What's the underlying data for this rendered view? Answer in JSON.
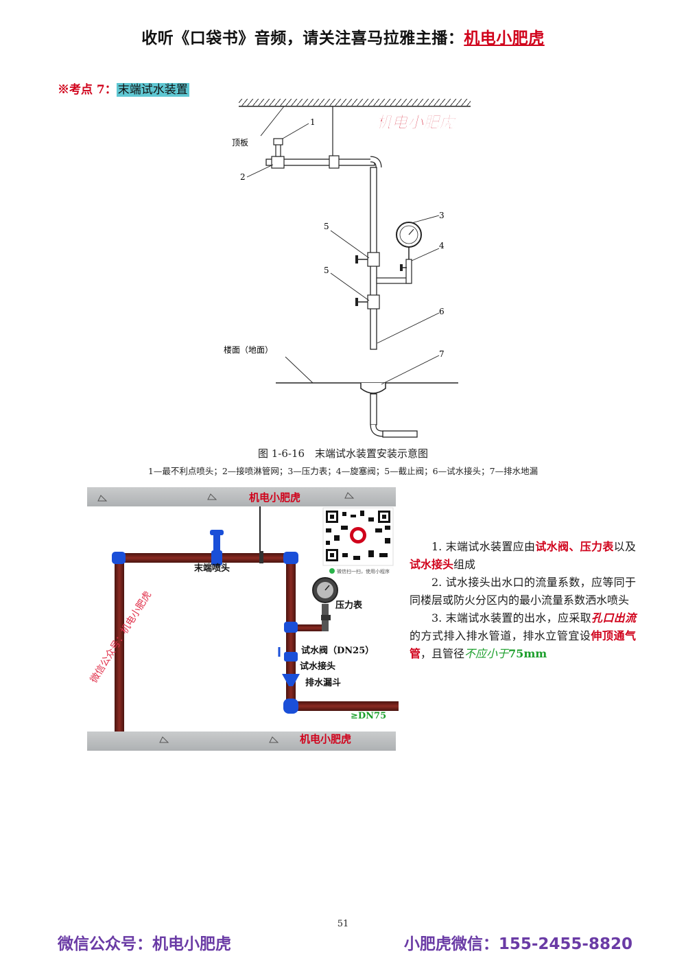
{
  "header": {
    "text_prefix": "收听《口袋书》音频，请关注喜马拉雅主播：",
    "text_highlight": "机电小肥虎"
  },
  "kaodian": {
    "label": "※考点 7：",
    "topic": "末端试水装置"
  },
  "figure": {
    "watermark": "机电小肥虎",
    "label_ceiling": "顶板",
    "label_floor": "楼面（地面）",
    "callouts": [
      "1",
      "2",
      "3",
      "4",
      "5",
      "5",
      "6",
      "7"
    ],
    "caption": "图 1-6-16　末端试水装置安装示意图",
    "legend": "1—最不利点喷头；2—接喷淋管网；3—压力表；4—旋塞阀；5—截止阀；6—试水接头；7—排水地漏"
  },
  "photo": {
    "watermark_top": "机电小肥虎",
    "watermark_bottom": "机电小肥虎",
    "watermark_side": "微信公众号：机电小肥虎",
    "qr_caption": "微信扫一扫，使用小程序",
    "label_nozzle": "末端喷头",
    "label_gauge": "压力表",
    "label_valve": "试水阀（DN25）",
    "label_joint": "试水接头",
    "label_funnel": "排水漏斗",
    "label_dn": "≥DN75"
  },
  "notes": {
    "p1": [
      "1. 末端试水装置应由",
      "试水阀",
      "、",
      "压力表",
      "以及",
      "试水接头",
      "组成"
    ],
    "p2": "2. 试水接头出水口的流量系数，应等同于同楼层或防火分区内的最小流量系数洒水喷头",
    "p3": [
      "3. 末端试水装置的出水，应采取",
      "孔口出流",
      "的方式排入排水管道，排水立管宜设",
      "伸顶通气管",
      "，且管径",
      "不应小于",
      "75mm"
    ]
  },
  "page_number": "51",
  "footer": {
    "left": "微信公众号：机电小肥虎",
    "right": "小肥虎微信：155-2455-8820"
  }
}
